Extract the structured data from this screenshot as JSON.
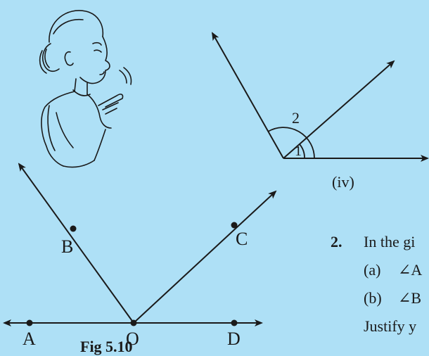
{
  "figure_iv": {
    "angle_labels": [
      "2",
      "1"
    ],
    "caption": "(iv)"
  },
  "figure_510": {
    "points": [
      "A",
      "B",
      "O",
      "C",
      "D"
    ],
    "caption": "Fig 5.10"
  },
  "question": {
    "number": "2.",
    "stem": "In the gi",
    "part_a_label": "(a)",
    "part_a_text": "∠A",
    "part_b_label": "(b)",
    "part_b_text": "∠B",
    "footer": "Justify y"
  }
}
